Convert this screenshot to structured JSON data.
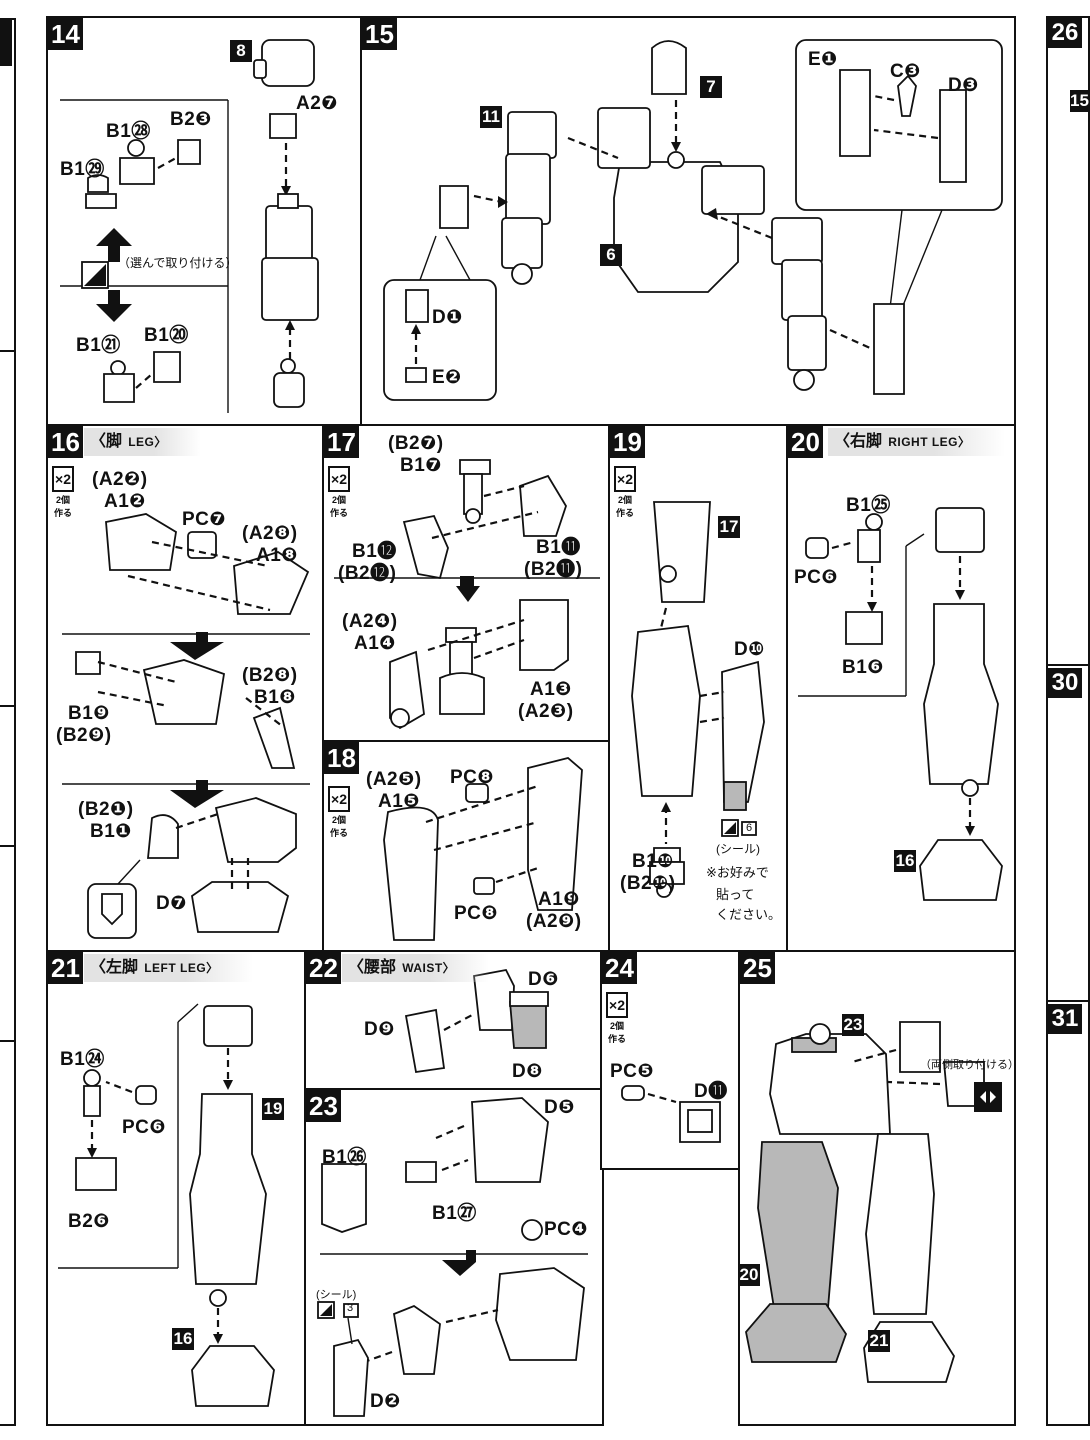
{
  "steps": {
    "s14": {
      "num": "14"
    },
    "s15": {
      "num": "15"
    },
    "s16": {
      "num": "16",
      "title_jp": "〈脚",
      "title_en": "LEG〉",
      "count": "×2",
      "count_note": "2個作る"
    },
    "s17": {
      "num": "17",
      "count": "×2",
      "count_note": "2個作る"
    },
    "s18": {
      "num": "18",
      "count": "×2",
      "count_note": "2個作る"
    },
    "s19": {
      "num": "19",
      "count": "×2",
      "count_note": "2個作る"
    },
    "s20": {
      "num": "20",
      "title_jp": "〈右脚",
      "title_en": "RIGHT LEG〉"
    },
    "s21": {
      "num": "21",
      "title_jp": "〈左脚",
      "title_en": "LEFT LEG〉"
    },
    "s22": {
      "num": "22",
      "title_jp": "〈腰部",
      "title_en": "WAIST〉"
    },
    "s23": {
      "num": "23"
    },
    "s24": {
      "num": "24",
      "count": "×2",
      "count_note": "2個作る"
    },
    "s25": {
      "num": "25"
    },
    "s26": {
      "num": "26"
    },
    "s30": {
      "num": "30"
    },
    "s31": {
      "num": "31"
    }
  },
  "labels": {
    "p14": {
      "sub8": "8",
      "a27": "A2❼",
      "b128": "B1㉘",
      "b23": "B2❸",
      "b129": "B1㉙",
      "choose": "（選んで取り付ける）",
      "b121": "B1㉑",
      "b120": "B1⑳"
    },
    "p15": {
      "sub7": "7",
      "sub11": "11",
      "sub6": "6",
      "e1": "E❶",
      "c3": "C❸",
      "d3": "D❸",
      "d1": "D❶",
      "e2": "E❷"
    },
    "p16": {
      "a22": "(A2❷)",
      "a12": "A1❷",
      "pc7": "PC❼",
      "a28": "(A2❽)",
      "a18": "A1❽",
      "b28": "(B2❽)",
      "b18": "B1❽",
      "b19": "B1❾",
      "b29": "(B2❾)",
      "b21": "(B2❶)",
      "b11": "B1❶",
      "d7": "D❼"
    },
    "p17": {
      "b27": "(B2❼)",
      "b17": "B1❼",
      "b112": "B1⓬",
      "b212": "(B2⓬)",
      "b111": "B1⓫",
      "b211": "(B2⓫)",
      "a24": "(A2❹)",
      "a14": "A1❹",
      "a13": "A1❸",
      "a23": "(A2❸)"
    },
    "p18": {
      "a25": "(A2❺)",
      "a15": "A1❺",
      "pc8a": "PC❽",
      "pc8b": "PC❽",
      "a19": "A1❾",
      "a29": "(A2❾)"
    },
    "p19": {
      "sub17": "17",
      "d10": "D❿",
      "b110": "B1❿",
      "b210": "(B2❿)",
      "seal": "(シール)",
      "seal_no": "6",
      "note1": "※お好みで",
      "note2": "貼って",
      "note3": "ください。"
    },
    "p20": {
      "b125": "B1㉕",
      "pc6": "PC❻",
      "b16": "B1❻",
      "sub16": "16"
    },
    "p21": {
      "b124": "B1㉔",
      "pc6": "PC❻",
      "b26": "B2❻",
      "sub19": "19",
      "sub16": "16"
    },
    "p22": {
      "d6": "D❻",
      "d9": "D❾",
      "d8": "D❽"
    },
    "p23": {
      "d5": "D❺",
      "b126": "B1㉖",
      "b127": "B1㉗",
      "pc4": "PC❹",
      "seal": "(シール)",
      "seal_no": "3",
      "d2": "D❷"
    },
    "p24": {
      "pc5": "PC❺",
      "d11": "D⓫"
    },
    "p25": {
      "sub23": "23",
      "both": "（両側取り付ける）",
      "sub20": "20",
      "sub21": "21"
    },
    "right": {
      "sub15": "15"
    }
  },
  "colors": {
    "ink": "#111111",
    "shade": "#b8b8b8",
    "header": "#e3e3e3"
  }
}
